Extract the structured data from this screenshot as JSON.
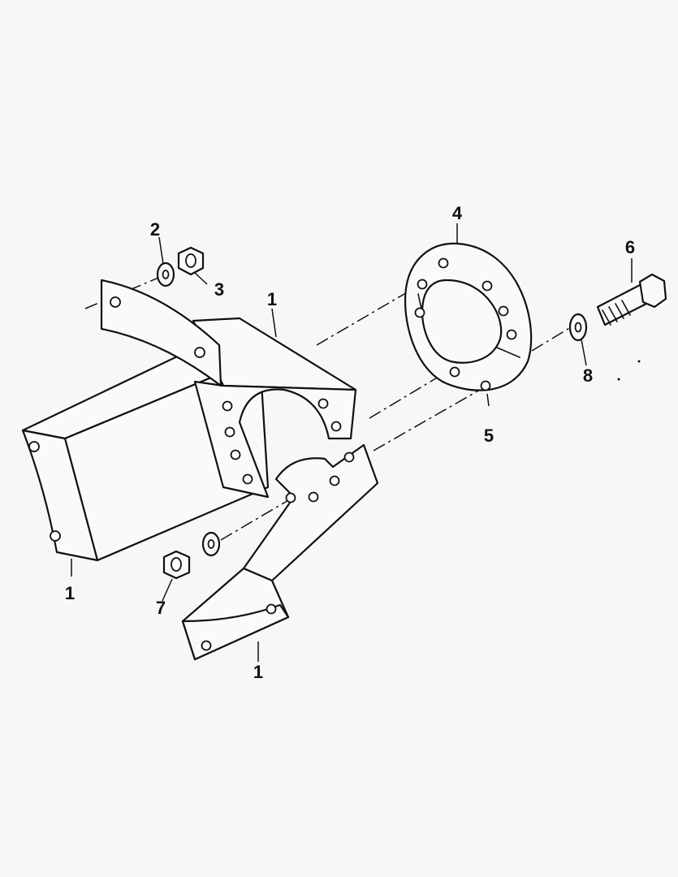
{
  "callouts": {
    "bracket_upper": "1",
    "washer_top": "2",
    "nut_top": "3",
    "ring_half_upper": "4",
    "ring_half_lower": "5",
    "bolt": "6",
    "nut_bottom": "7",
    "washer_bolt": "8",
    "bracket_side": "1",
    "bracket_lower": "1"
  }
}
